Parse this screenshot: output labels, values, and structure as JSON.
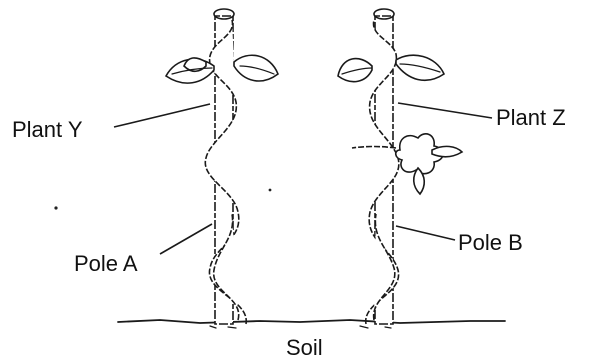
{
  "labels": {
    "plant_y": "Plant Y",
    "plant_z": "Plant Z",
    "pole_a": "Pole A",
    "pole_b": "Pole B",
    "soil": "Soil"
  }
}
